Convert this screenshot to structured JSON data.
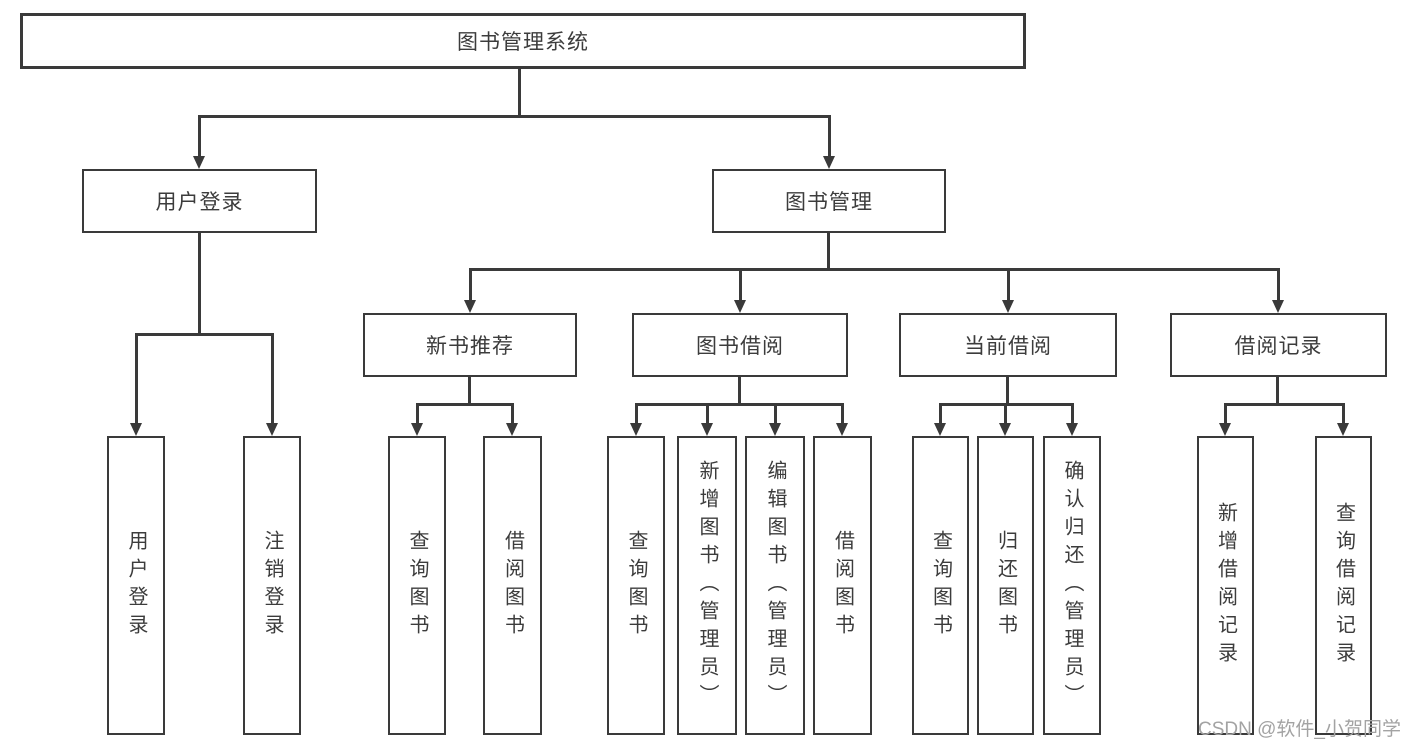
{
  "colors": {
    "line": "#3a3a3a",
    "text": "#3c3c3c",
    "watermark": "#a3a3a3",
    "background": "#ffffff"
  },
  "tree": {
    "label": "图书管理系统",
    "children": [
      {
        "label": "用户登录",
        "children": [
          {
            "label": "用户登录"
          },
          {
            "label": "注销登录"
          }
        ]
      },
      {
        "label": "图书管理",
        "children": [
          {
            "label": "新书推荐",
            "children": [
              {
                "label": "查询图书"
              },
              {
                "label": "借阅图书"
              }
            ]
          },
          {
            "label": "图书借阅",
            "children": [
              {
                "label": "查询图书"
              },
              {
                "label": "新增图书（管理员）"
              },
              {
                "label": "编辑图书（管理员）"
              },
              {
                "label": "借阅图书"
              }
            ]
          },
          {
            "label": "当前借阅",
            "children": [
              {
                "label": "查询图书"
              },
              {
                "label": "归还图书"
              },
              {
                "label": "确认归还（管理员）"
              }
            ]
          },
          {
            "label": "借阅记录",
            "children": [
              {
                "label": "新增借阅记录"
              },
              {
                "label": "查询借阅记录"
              }
            ]
          }
        ]
      }
    ]
  },
  "watermark": {
    "text": "CSDN @软件_小贺同学"
  }
}
